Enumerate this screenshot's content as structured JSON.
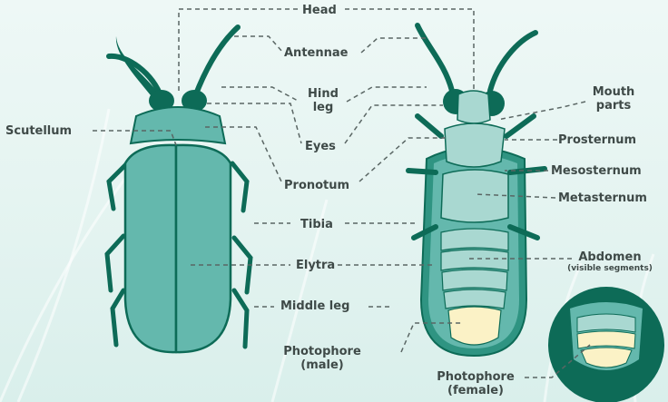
{
  "labels": {
    "head": "Head",
    "antennae": "Antennae",
    "hind_leg_1": "Hind",
    "hind_leg_2": "leg",
    "eyes": "Eyes",
    "pronotum": "Pronotum",
    "tibia": "Tibia",
    "elytra": "Elytra",
    "middle_leg": "Middle leg",
    "photophore_male_1": "Photophore",
    "photophore_male_2": "(male)",
    "scutellum": "Scutellum",
    "mouth_parts_1": "Mouth",
    "mouth_parts_2": "parts",
    "prosternum": "Prosternum",
    "mesosternum": "Mesosternum",
    "metasternum": "Metasternum",
    "abdomen": "Abdomen",
    "abdomen_note": "(visible segments)",
    "photophore_female_1": "Photophore",
    "photophore_female_2": "(female)"
  },
  "colors": {
    "body_dark": "#0d6b57",
    "body_mid": "#2f9482",
    "body_light": "#64b8ad",
    "body_pale": "#a9d8d1",
    "photophore": "#fbf2c6",
    "text": "#3f4a48",
    "leader": "#5a6664"
  }
}
